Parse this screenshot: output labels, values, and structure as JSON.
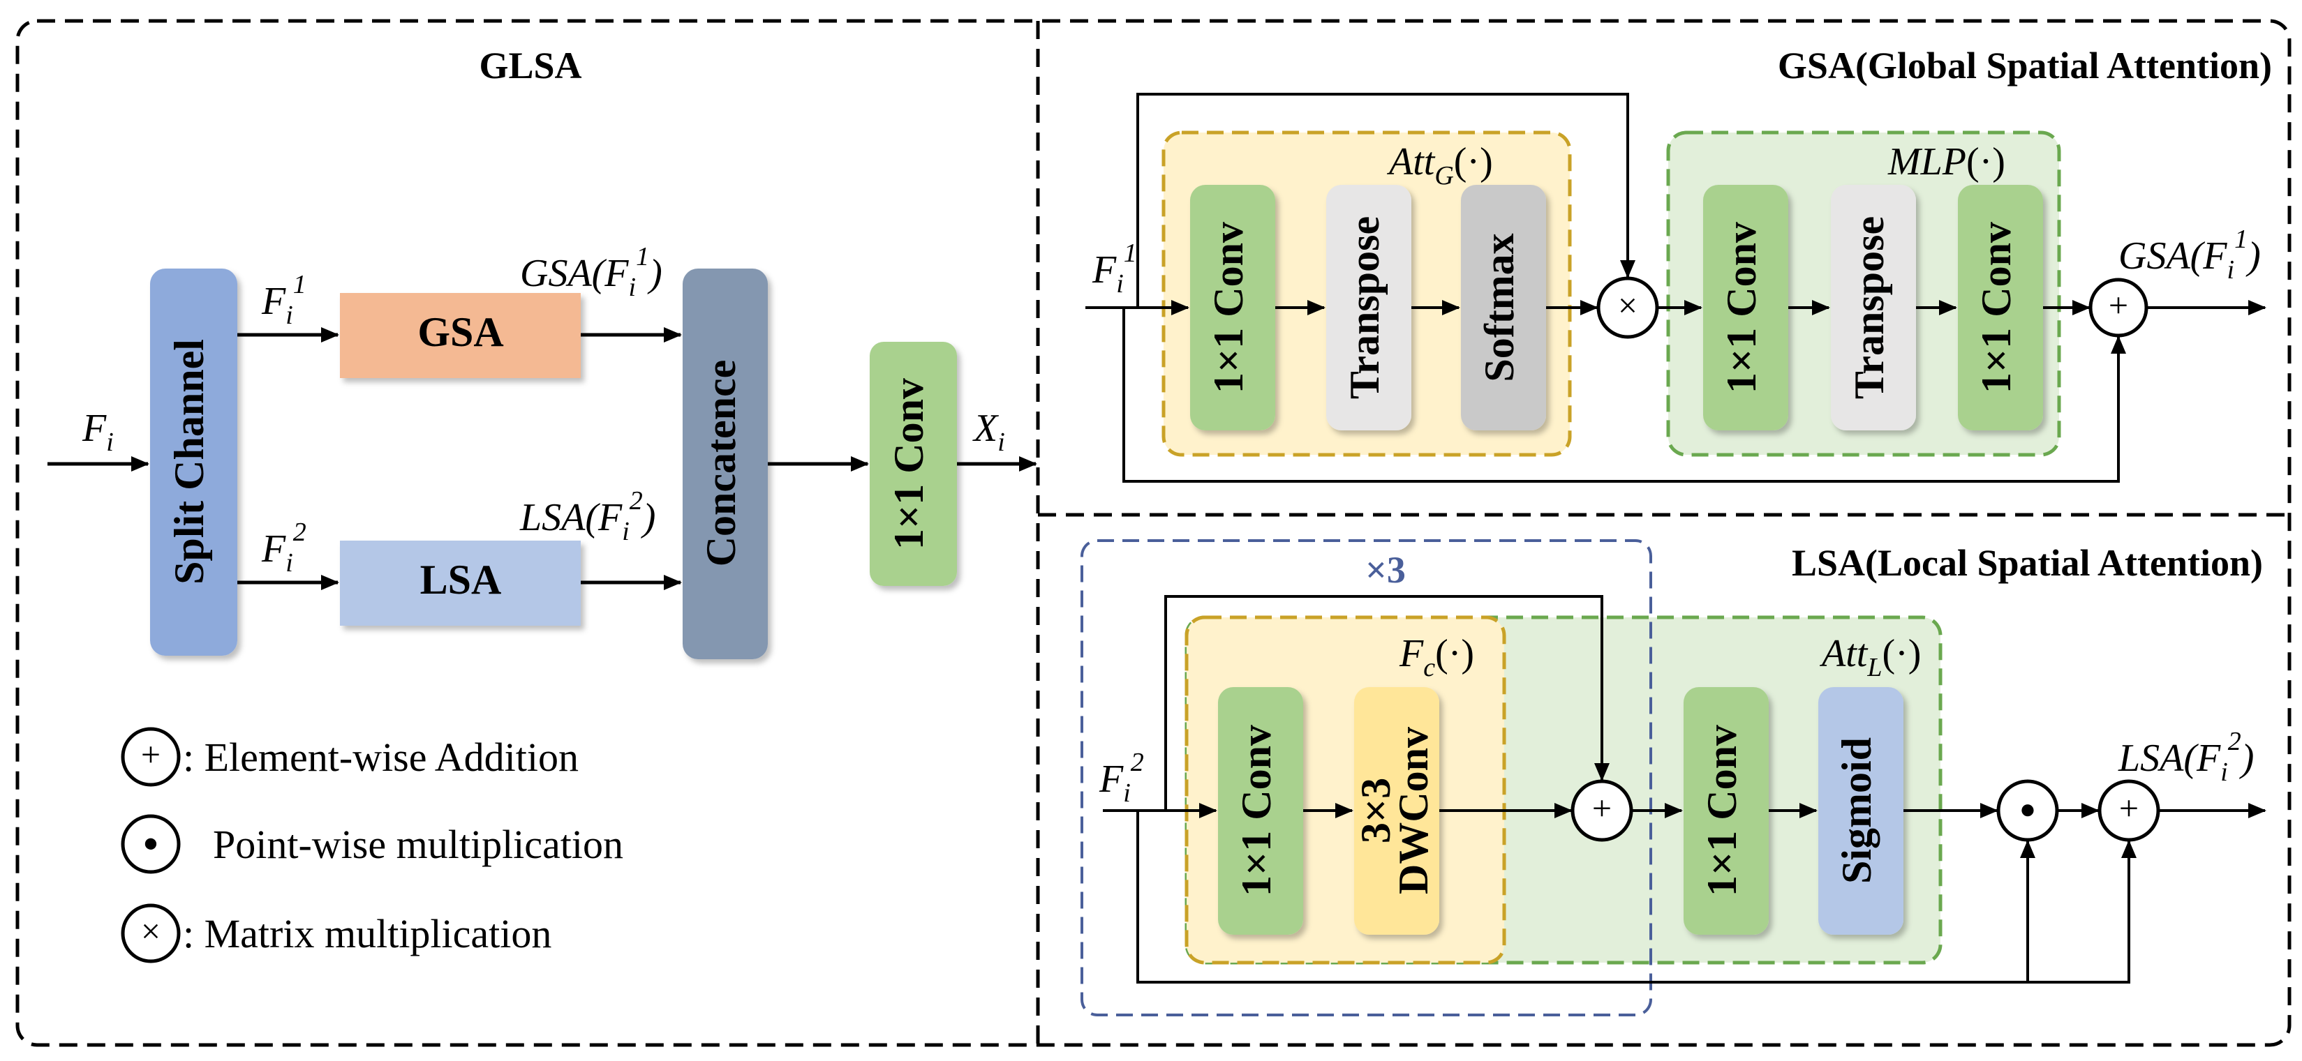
{
  "glsa": {
    "title": "GLSA",
    "input": "F",
    "input_sub": "i",
    "split": "Split Channel",
    "gsa": "GSA",
    "lsa": "LSA",
    "concat": "Concatence",
    "conv": "1×1 Conv",
    "fi1": "F",
    "fi1_sub": "i",
    "fi1_sup": "1",
    "fi2": "F",
    "fi2_sub": "i",
    "fi2_sup": "2",
    "gsa_out": "GSA(F",
    "gsa_out_sub": "i",
    "gsa_out_sup": "1",
    "gsa_out_close": ")",
    "lsa_out": "LSA(F",
    "lsa_out_sub": "i",
    "lsa_out_sup": "2",
    "lsa_out_close": ")",
    "output": "X",
    "output_sub": "i"
  },
  "legend": {
    "add_symbol": "+",
    "add": ": Element-wise Addition",
    "dot_symbol": "●",
    "dot": "Point-wise multiplication",
    "mat_symbol": "×",
    "mat": ": Matrix multiplication"
  },
  "gsa_panel": {
    "title": "GSA(Global Spatial Attention)",
    "att_label": "Att",
    "att_sub": "G",
    "att_arg": "(·)",
    "mlp_label": "MLP",
    "mlp_arg": "(·)",
    "conv": "1×1 Conv",
    "transpose": "Transpose",
    "softmax": "Softmax",
    "times": "×",
    "plus": "+",
    "in": "F",
    "in_sub": "i",
    "in_sup": "1",
    "out": "GSA(F",
    "out_sub": "i",
    "out_sup": "1",
    "out_close": ")"
  },
  "lsa_panel": {
    "title": "LSA(Local Spatial Attention)",
    "repeat": "×3",
    "fc_label": "F",
    "fc_sub": "c",
    "fc_arg": "(·)",
    "att_label": "Att",
    "att_sub": "L",
    "att_arg": "(·)",
    "conv": "1×1 Conv",
    "dwconv_1": "3×3",
    "dwconv_2": "DWConv",
    "sigmoid": "Sigmoid",
    "plus": "+",
    "dot": "●",
    "in": "F",
    "in_sub": "i",
    "in_sup": "2",
    "out": "LSA(F",
    "out_sub": "i",
    "out_sup": "2",
    "out_close": ")"
  },
  "colors": {
    "split": "#8eaadb",
    "gsa": "#f4b993",
    "lsa": "#b4c7e7",
    "concat": "#8497b0",
    "conv": "#a9d18e",
    "transpose": "#e7e6e6",
    "softmax": "#c9c9c9",
    "sigmoid": "#b4c7e7",
    "dwconv": "#ffe699",
    "att_region": "#fff2cc",
    "mlp_region": "#e2efda",
    "repeat": "#4a5f9a"
  }
}
